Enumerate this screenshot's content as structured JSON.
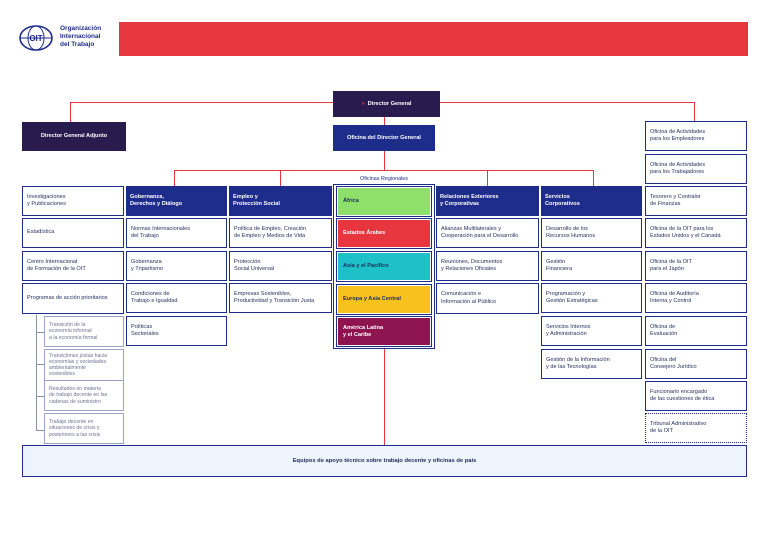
{
  "header": {
    "org_name": "Organización\nInternacional\ndel Trabajo",
    "logo_text": "OIT",
    "banner_color": "#e8363f"
  },
  "top": {
    "director_general": "Director General",
    "dg_marker": "»",
    "adjunto": "Director General Adjunto",
    "oficina_dg": "Oficina del Director General",
    "oficinas_regionales": "Oficinas Regionales"
  },
  "left_units": [
    "Investigaciones\ny Publicaciones",
    "Estadística",
    "Centro Internacional\nde Formación de la OIT",
    "Programas de acción prioritarios"
  ],
  "priority_programs": [
    "Transición de la\neconomía informal\na la economía formal",
    "Transiciones justas hacia\neconomías y sociedades\nambientalmente\nsostenibles",
    "Resultados en materia\nde trabajo decente en las\ncadenas de suministro",
    "Trabajo decente en\nsituaciones de crisis y\nposteriores a las crisis"
  ],
  "gobernanza": {
    "title": "Gobernanza,\nDerechos y Diálogo",
    "items": [
      "Normas Internacionales\ndel Trabajo",
      "Gobernanza\ny Tripartismo",
      "Condiciones de\nTrabajo e Igualdad",
      "Políticas\nSectoriales"
    ]
  },
  "empleo": {
    "title": "Empleo y\nProtección Social",
    "items": [
      "Política de Empleo, Creación\nde Empleo y Medios de Vida",
      "Protección\nSocial Universal",
      "Empresas Sostenibles,\nProductividad y Transición Justa"
    ]
  },
  "regions": [
    {
      "label": "África",
      "color": "#8fe06a",
      "text_color": "#1e2b5a"
    },
    {
      "label": "Estados Árabes",
      "color": "#e8363f",
      "text_color": "#ffffff"
    },
    {
      "label": "Asia y el Pacífico",
      "color": "#1fc1c9",
      "text_color": "#1e2b5a"
    },
    {
      "label": "Europa y Asia Central",
      "color": "#f7c11e",
      "text_color": "#1e2b5a"
    },
    {
      "label": "América Latina\ny el Caribe",
      "color": "#8e1450",
      "text_color": "#ffffff"
    }
  ],
  "relaciones": {
    "title": "Relaciones Exteriores\ny Corporativas",
    "items": [
      "Alianzas Multilaterales y\nCooperación para el Desarrollo",
      "Reuniones, Documentos\ny Relaciones Oficiales",
      "Comunicación e\nInformación al Público"
    ]
  },
  "servicios": {
    "title": "Servicios\nCorporativos",
    "items": [
      "Desarrollo de los\nRecursos Humanos",
      "Gestión\nFinanciera",
      "Programación y\nGestión Estratégicas",
      "Servicios Internos\ny Administración",
      "Gestión de la Información\ny de las Tecnologías"
    ]
  },
  "right_units": [
    "Oficina de Actividades\npara los Empleadores",
    "Oficina de Actividades\npara los Trabajadores",
    "Tesorero y Contralor\nde Finanzas",
    "Oficina de la OIT para los\nEstados Unidos y el Canadá",
    "Oficina de la OIT\npara el Japón",
    "Oficina de Auditoría\nInterna y Control",
    "Oficina de\nEvaluación",
    "Oficina del\nConsejero Jurídico",
    "Funcionario encargado\nde las cuestiones de ética",
    "Tribunal Administrativo\nde la OIT"
  ],
  "footer": "Equipos de apoyo técnico sobre trabajo decente y oficinas de país"
}
